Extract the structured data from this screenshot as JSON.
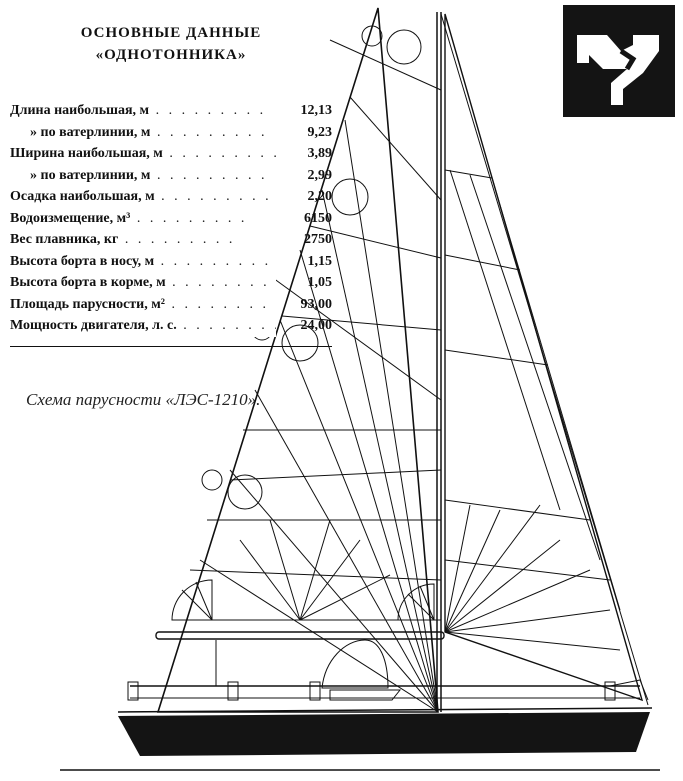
{
  "table": {
    "title_line1": "ОСНОВНЫЕ ДАННЫЕ",
    "title_line2": "«ОДНОТОННИКА»",
    "rows": [
      {
        "label": "Длина наибольшая, м",
        "value": "12,13",
        "indent": false
      },
      {
        "label": "»  по ватерлинии, м",
        "value": "9,23",
        "indent": true
      },
      {
        "label": "Ширина наибольшая, м",
        "value": "3,89",
        "indent": false
      },
      {
        "label": "»  по ватерлинии, м",
        "value": "2,99",
        "indent": true
      },
      {
        "label": "Осадка наибольшая, м",
        "value": "2,20",
        "indent": false
      },
      {
        "label": "Водоизмещение, м³",
        "value": "6150",
        "indent": false
      },
      {
        "label": "Вес плавника, кг",
        "value": "2750",
        "indent": false
      },
      {
        "label": "Высота борта в носу, м",
        "value": "1,15",
        "indent": false
      },
      {
        "label": "Высота борта в корме, м",
        "value": "1,05",
        "indent": false
      },
      {
        "label": "Площадь парусности, м²",
        "value": "93,00",
        "indent": false
      },
      {
        "label": "Мощность двигателя, л. с.",
        "value": "24,00",
        "indent": false
      }
    ]
  },
  "caption": "Схема парусности «ЛЭС-1210»."
}
